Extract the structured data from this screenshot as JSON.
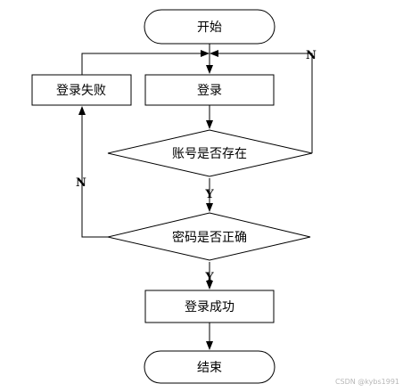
{
  "flowchart": {
    "nodes": {
      "start": "开始",
      "login": "登录",
      "login_failed": "登录失败",
      "account_exists": "账号是否存在",
      "password_correct": "密码是否正确",
      "login_success": "登录成功",
      "end": "结束"
    },
    "branches": {
      "account_no": "N",
      "account_yes": "Y",
      "password_no": "N",
      "password_yes": "Y"
    }
  },
  "watermark": "CSDN @kybs1991"
}
